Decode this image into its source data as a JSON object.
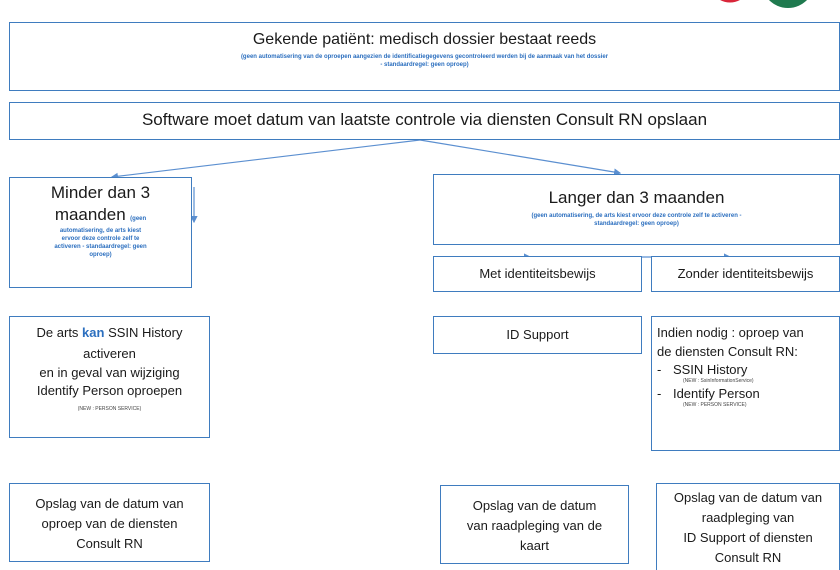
{
  "top": {
    "title": "Gekende patiënt: medisch dossier bestaat reeds",
    "note_line1": "(geen automatisering  van de oproepen  aangezien de identificatiegegevens  gecontroleerd  werden bij de aanmaak van het dossier",
    "note_line2": "- standaardregel: geen oproep)"
  },
  "software": {
    "text": "Software moet datum van laatste controle via diensten Consult RN opslaan"
  },
  "minder": {
    "title_line1": "Minder dan 3",
    "title_line2": "maanden",
    "note_inline": "(geen",
    "note_line1": "automatisering,  de arts kiest",
    "note_line2": "ervoor deze controle  zelf te",
    "note_line3": "activeren  - standaardregel: geen",
    "note_line4": "oproep)"
  },
  "langer": {
    "title": "Langer dan 3 maanden",
    "note_line1": "(geen automatisering,  de arts kiest ervoor deze controle  zelf te activeren -",
    "note_line2": "standaardregel:  geen oproep)"
  },
  "met": {
    "text": "Met identiteitsbewijs"
  },
  "zonder": {
    "text": "Zonder identiteitsbewijs"
  },
  "arts": {
    "pre": "De arts ",
    "kan": "kan",
    "post": " SSIN History",
    "line2": "activeren",
    "line3": "en in geval van wijziging",
    "line4": "Identify Person oproepen",
    "note": "(NEW : PERSON SERVICE)"
  },
  "idsupport": {
    "text": "ID Support"
  },
  "indien": {
    "line1": "Indien nodig : oproep van",
    "line2": "de diensten Consult RN:",
    "item1": "SSIN History",
    "item1_note": "(NEW : SsinInformationService)",
    "item2": "Identify Person",
    "item2_note": "(NEW : PERSON SERVICE)",
    "bullet": "-"
  },
  "opslag1": {
    "line1": "Opslag van de datum van",
    "line2": "oproep van de diensten",
    "line3": "Consult RN"
  },
  "opslag2": {
    "line1": "Opslag van de datum",
    "line2": "van raadpleging van de",
    "line3": "kaart"
  },
  "opslag3": {
    "line1": "Opslag van de datum van",
    "line2": "raadpleging van",
    "line3": "ID Support of diensten",
    "line4": "Consult RN"
  },
  "colors": {
    "border": "#3f7cbf",
    "note_blue": "#2c6fbf",
    "logo_red": "#d9263a",
    "logo_green": "#1f7a4f"
  }
}
